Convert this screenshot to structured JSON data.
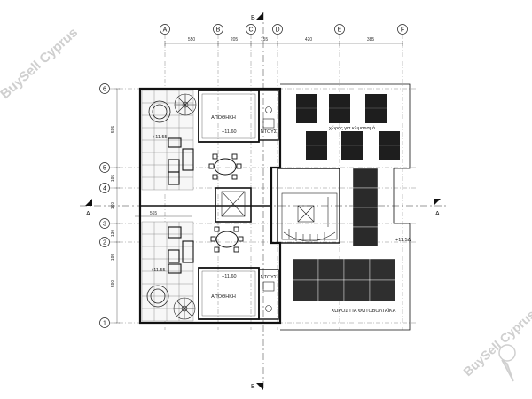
{
  "grid": {
    "columns": [
      "A",
      "B",
      "C",
      "D",
      "E",
      "F"
    ],
    "rows": [
      "6",
      "5",
      "4",
      "3",
      "2",
      "1"
    ]
  },
  "dimensions": {
    "top": [
      "550",
      "205",
      "155",
      "420",
      "385"
    ],
    "left_upper": [
      "595",
      "195",
      "160"
    ],
    "left_lower": [
      "130",
      "195",
      "590"
    ],
    "span_mid": "565"
  },
  "sections": {
    "top_label": "B",
    "bottom_label": "B",
    "left_label": "A",
    "right_label": "A"
  },
  "rooms": {
    "storage_upper": "ΑΠΟΘΗΚΗ",
    "storage_lower": "ΑΠΟΘΗΚΗ",
    "wc_upper": "ΝΤΟΥΣ",
    "wc_lower": "ΝΤΟΥΣ",
    "hvac_area": "χώρος για κλιματισμό",
    "pv_area": "ΧΩΡΟΣ ΓΙΑ ΦΩΤΟΒΟΛΤΑΪΚΑ"
  },
  "levels": {
    "terrace_upper": "+11.55",
    "terrace_lower": "+11.55",
    "storage_upper": "+11.60",
    "storage_lower": "+11.60",
    "roof_right": "+11.5Δ"
  },
  "watermarks": {
    "top_left": "BuySell Cyprus",
    "bottom_right": "BuySell Cyprus"
  }
}
